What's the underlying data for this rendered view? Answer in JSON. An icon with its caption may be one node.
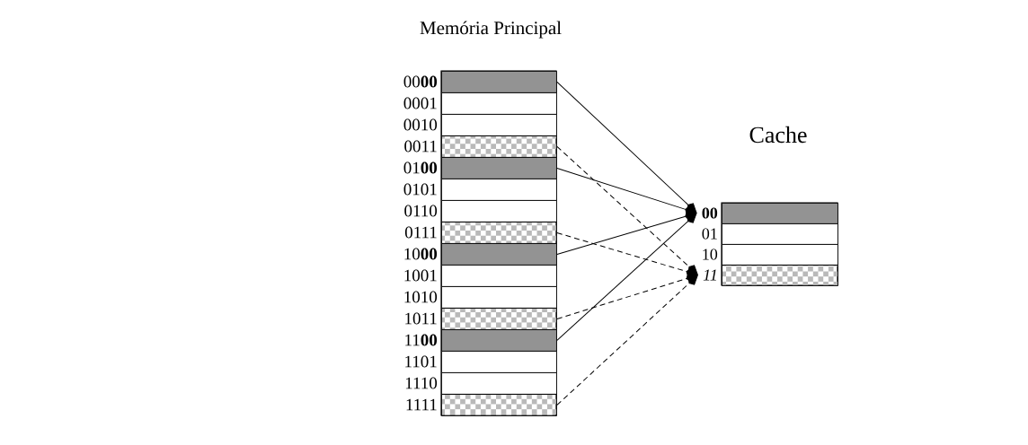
{
  "diagram": {
    "nodes": [
      {
        "text": [
          "Memória Principal"
        ]
      },
      {
        "text": [
          "00**00**"
        ],
        "in": 0
      },
      {
        "text": [
          "0001"
        ],
        "in": 0
      },
      {
        "text": [
          "0010"
        ],
        "in": 0
      },
      {
        "text": [
          "0011"
        ],
        "in": 0
      },
      {
        "text": [
          "01**00**"
        ],
        "in": 0
      },
      {
        "text": [
          "0101"
        ],
        "in": 0
      },
      {
        "text": [
          "0110"
        ],
        "in": 0
      },
      {
        "text": [
          "0111"
        ],
        "in": 0
      },
      {
        "text": [
          "10**00**"
        ],
        "in": 0
      },
      {
        "text": [
          "1001"
        ],
        "in": 0
      },
      {
        "text": [
          "1010"
        ],
        "in": 0
      },
      {
        "text": [
          "1011"
        ],
        "in": 0
      },
      {
        "text": [
          "11**00**"
        ],
        "in": 0
      },
      {
        "text": [
          "1101"
        ],
        "in": 0
      },
      {
        "text": [
          "1110"
        ],
        "in": 0
      },
      {
        "text": [
          "1111"
        ],
        "in": 0
      },
      {
        "text": [
          "Cache"
        ]
      },
      {
        "text": [
          "00"
        ],
        "in": 17
      },
      {
        "text": [
          "01"
        ],
        "in": 17
      },
      {
        "text": [
          "10"
        ],
        "in": 17
      },
      {
        "text": [
          "11"
        ],
        "in": 17
      }
    ],
    "edges": [
      {
        "from": 1,
        "to": 18,
        "arrow": "to"
      },
      {
        "from": 5,
        "to": 18,
        "arrow": "to"
      },
      {
        "from": 9,
        "to": 18,
        "arrow": "to"
      },
      {
        "from": 13,
        "to": 18,
        "arrow": "to"
      },
      {
        "from": 4,
        "to": 21,
        "arrow": "to",
        "style": "dashed"
      },
      {
        "from": 8,
        "to": 21,
        "arrow": "to",
        "style": "dashed"
      },
      {
        "from": 12,
        "to": 21,
        "arrow": "to",
        "style": "dashed"
      },
      {
        "from": 16,
        "to": 21,
        "arrow": "to",
        "style": "dashed"
      }
    ]
  }
}
